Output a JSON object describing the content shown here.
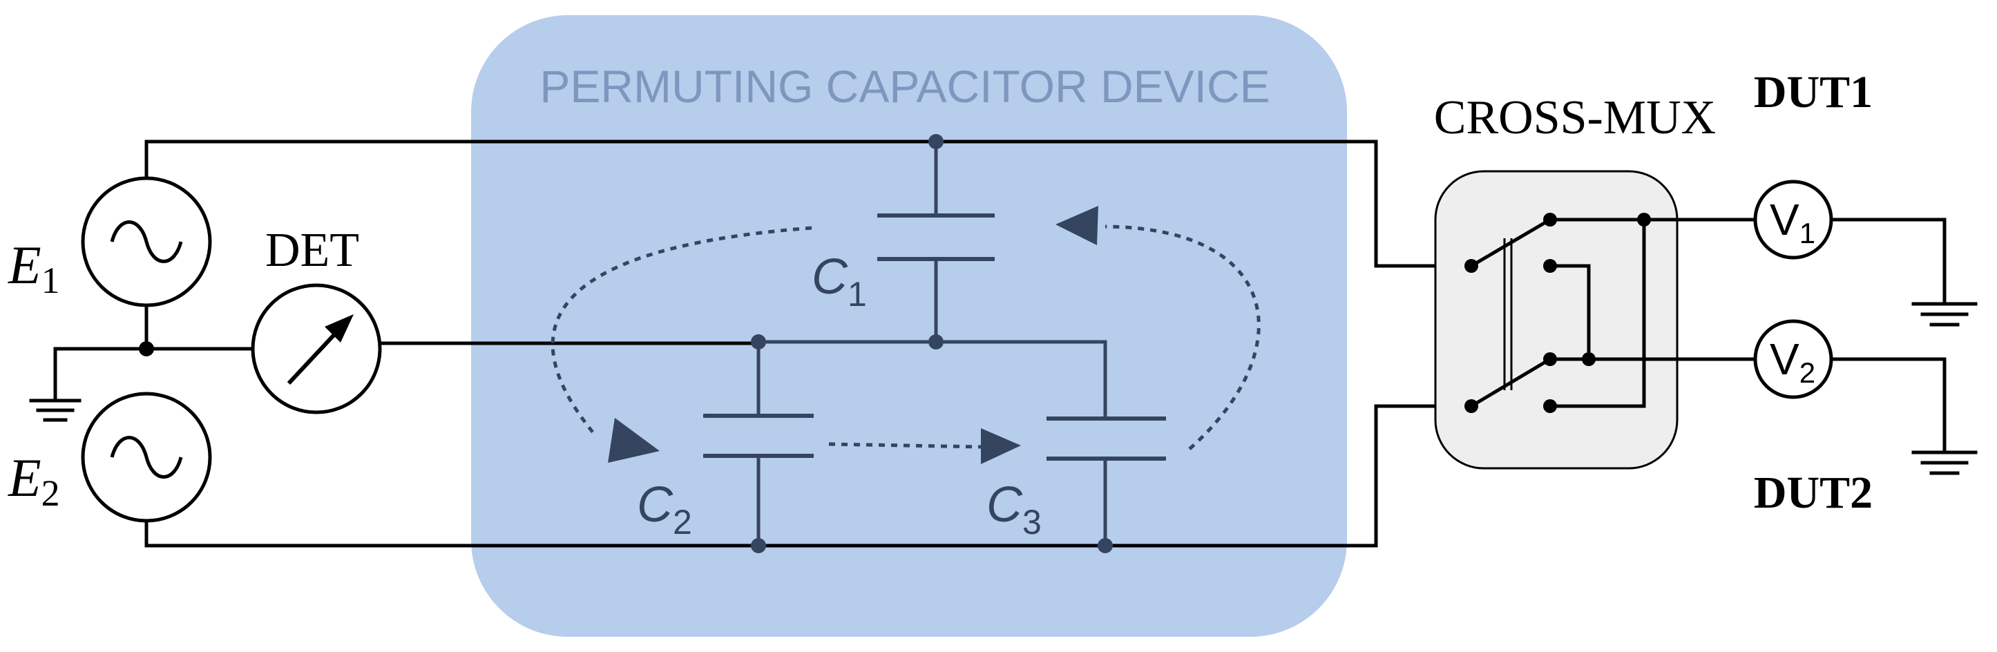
{
  "diagram": {
    "region_title": "PERMUTING CAPACITOR DEVICE",
    "mux_label": "CROSS-MUX",
    "detector_label": "DET",
    "sources": [
      {
        "letter": "E",
        "sub": "1"
      },
      {
        "letter": "E",
        "sub": "2"
      }
    ],
    "capacitors": [
      {
        "letter": "C",
        "sub": "1"
      },
      {
        "letter": "C",
        "sub": "2"
      },
      {
        "letter": "C",
        "sub": "3"
      }
    ],
    "voltmeters": [
      {
        "letter": "V",
        "sub": "1"
      },
      {
        "letter": "V",
        "sub": "2"
      }
    ],
    "dut_labels": [
      "DUT1",
      "DUT2"
    ]
  },
  "colors": {
    "region_fill": "#b6cdec",
    "region_text": "#7e97be",
    "inner_ink": "#35455f",
    "mux_fill": "#eeeeee"
  }
}
